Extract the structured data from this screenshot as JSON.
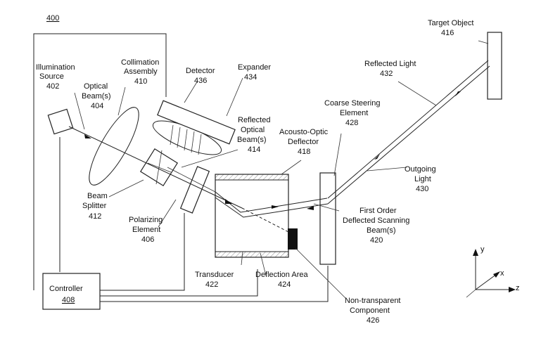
{
  "figure_number": "400",
  "labels": {
    "illumination": [
      "Illumination",
      "Source",
      "402"
    ],
    "optical_beam": [
      "Optical",
      "Beam(s)",
      "404"
    ],
    "collimation": [
      "Collimation",
      "Assembly",
      "410"
    ],
    "detector": [
      "Detector",
      "436"
    ],
    "expander": [
      "Expander",
      "434"
    ],
    "reflected_optical": [
      "Reflected",
      "Optical",
      "Beam(s)",
      "414"
    ],
    "aod": [
      "Acousto-Optic",
      "Deflector",
      "418"
    ],
    "coarse": [
      "Coarse Steering",
      "Element",
      "428"
    ],
    "reflected_light": [
      "Reflected Light",
      "432"
    ],
    "target": [
      "Target Object",
      "416"
    ],
    "outgoing": [
      "Outgoing",
      "Light",
      "430"
    ],
    "first_order": [
      "First Order",
      "Deflected Scanning",
      "Beam(s)",
      "420"
    ],
    "beam_splitter": [
      "Beam",
      "Splitter",
      "412"
    ],
    "polarizing": [
      "Polarizing",
      "Element",
      "406"
    ],
    "transducer": [
      "Transducer",
      "422"
    ],
    "deflection": [
      "Deflection Area",
      "424"
    ],
    "non_transparent": [
      "Non-transparent",
      "Component",
      "426"
    ],
    "controller": [
      "Controller",
      "408"
    ]
  },
  "axes": {
    "y": "y",
    "x": "x",
    "z": "z"
  }
}
